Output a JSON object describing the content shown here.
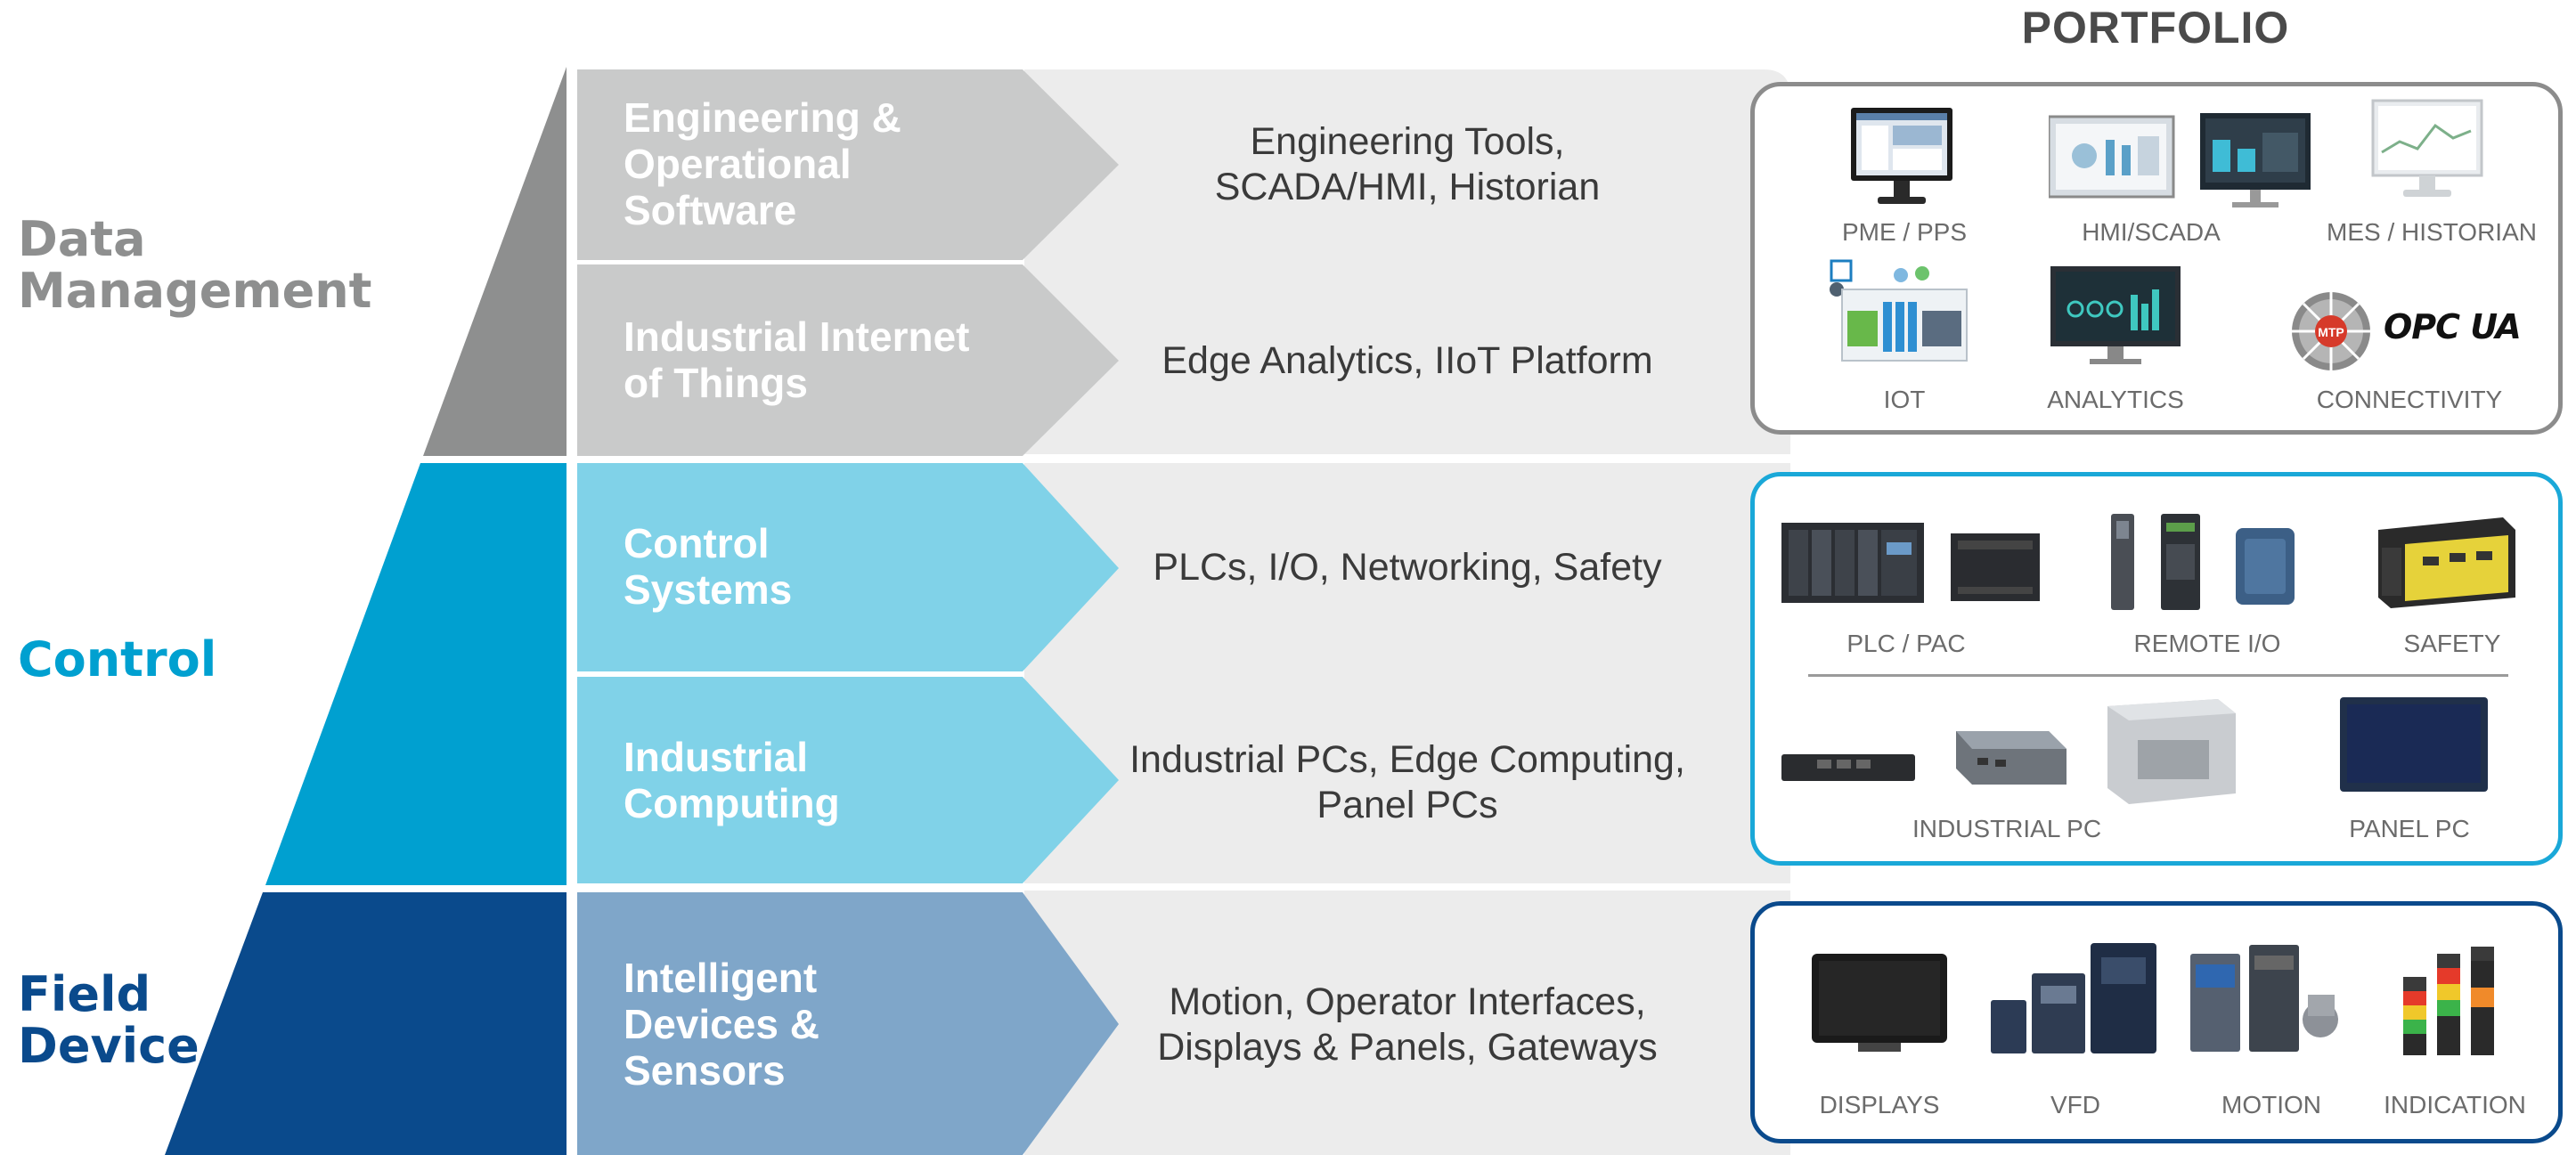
{
  "portfolio_title": "PORTFOLIO",
  "levels": [
    {
      "label": "Data\nManagement",
      "color": "#8e8f8f"
    },
    {
      "label": "Control",
      "color": "#00a0d0"
    },
    {
      "label": "Field\nDevice",
      "color": "#0a4a8c"
    }
  ],
  "rows": [
    {
      "label": "Engineering &\nOperational\nSoftware",
      "description": "Engineering Tools,\nSCADA/HMI, Historian"
    },
    {
      "label": "Industrial Internet\nof Things",
      "description": "Edge Analytics, IIoT Platform"
    },
    {
      "label": "Control\nSystems",
      "description": "PLCs, I/O, Networking, Safety"
    },
    {
      "label": "Industrial\nComputing",
      "description": "Industrial PCs, Edge Computing,\nPanel PCs"
    },
    {
      "label": "Intelligent\nDevices &\nSensors",
      "description": "Motion, Operator Interfaces,\nDisplays & Panels, Gateways"
    }
  ],
  "portfolio": {
    "data_management": {
      "border_color": "#8c8c8c",
      "items": [
        "PME / PPS",
        "HMI/SCADA",
        "MES / HISTORIAN",
        "IOT",
        "ANALYTICS",
        "CONNECTIVITY"
      ],
      "logo_text": "OPC UA",
      "badge_text": "MTP"
    },
    "control": {
      "border_color": "#1aa8d8",
      "items": [
        "PLC / PAC",
        "REMOTE I/O",
        "SAFETY",
        "INDUSTRIAL PC",
        "PANEL PC"
      ]
    },
    "field_device": {
      "border_color": "#0a4a8c",
      "items": [
        "DISPLAYS",
        "VFD",
        "MOTION",
        "INDICATION"
      ]
    }
  }
}
